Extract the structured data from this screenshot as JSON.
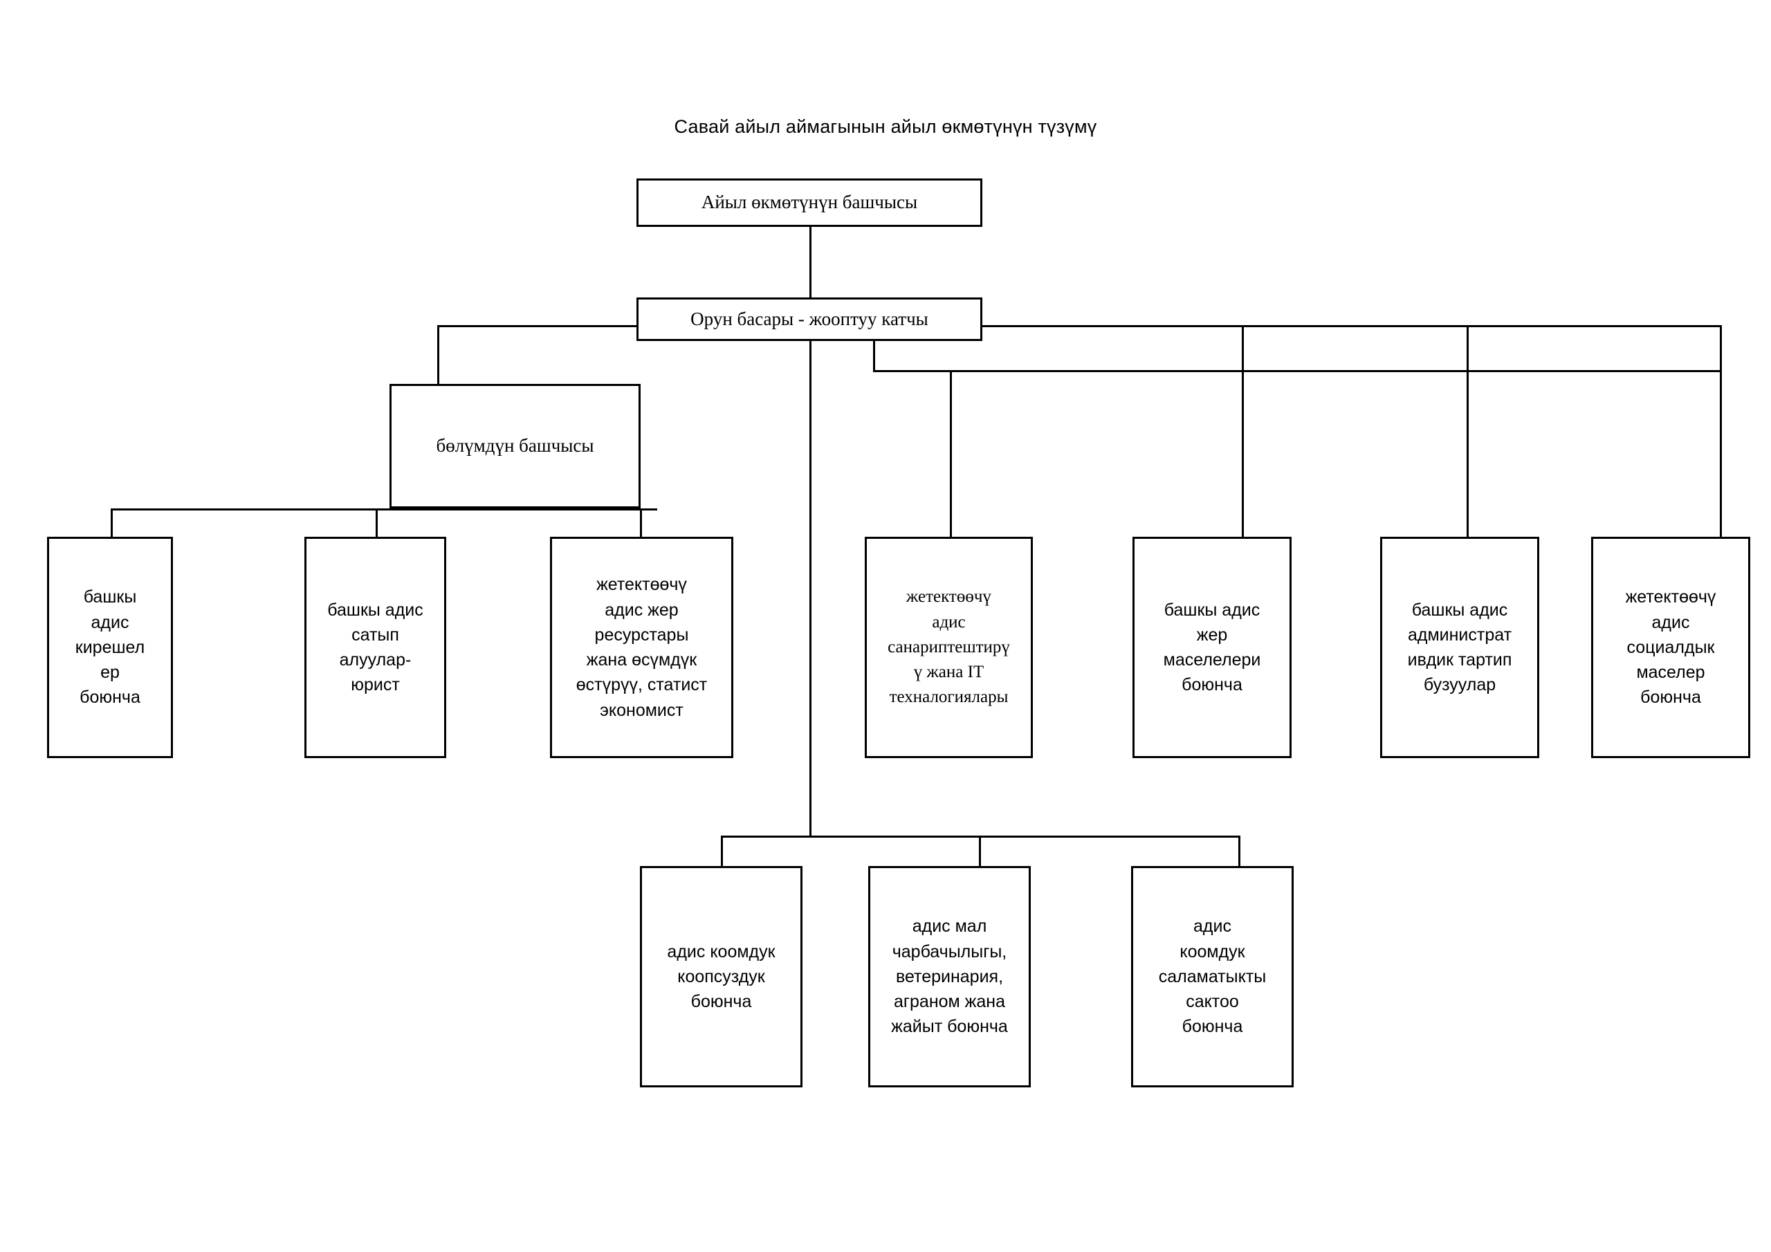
{
  "title": "Савай айыл аймагынын айыл өкмөтүнүн түзүмү",
  "chart_data": {
    "type": "diagram",
    "subtype": "organization-chart",
    "title": "Савай айыл аймагынын айыл өкмөтүнүн түзүмү",
    "orientation": "top-down",
    "levels": 4,
    "node_count": 13,
    "nodes": [
      {
        "id": "head",
        "label": "Айыл өкмөтүнүн башчысы",
        "level": 0
      },
      {
        "id": "deputy",
        "label": "Орун басары - жооптуу катчы",
        "level": 1
      },
      {
        "id": "dept-head",
        "label": "бөлүмдүн  башчысы",
        "level": 2
      },
      {
        "id": "income",
        "label": "башкы адис кирешелер боюнча",
        "level": 3
      },
      {
        "id": "procurement",
        "label": "башкы адис сатып алуулар-юрист",
        "level": 3
      },
      {
        "id": "land-econ",
        "label": "жетектөөчү адис жер ресурстары жана өсүмдүк өстүрүү, статист экономист",
        "level": 3
      },
      {
        "id": "it",
        "label": "жетектөөчү адис санариптештирүү жана IT техналогиялары",
        "level": 3
      },
      {
        "id": "land",
        "label": "башкы адис жер маселелери боюнча",
        "level": 3
      },
      {
        "id": "admin",
        "label": "башкы адис администрат ивдик тартип бузуулар",
        "level": 3
      },
      {
        "id": "social",
        "label": "жетектөөчү адис социалдык маселер боюнча",
        "level": 3
      },
      {
        "id": "security",
        "label": "адис коомдук коопсуздук боюнча",
        "level": 4
      },
      {
        "id": "livestock",
        "label": "адис мал чарбачылыгы, ветеринария, аграном жана жайыт боюнча",
        "level": 4
      },
      {
        "id": "health",
        "label": "адис коомдук саламатыкты сактоо боюнча",
        "level": 4
      }
    ],
    "edges": [
      {
        "from": "head",
        "to": "deputy"
      },
      {
        "from": "deputy",
        "to": "dept-head"
      },
      {
        "from": "deputy",
        "to": "it"
      },
      {
        "from": "deputy",
        "to": "land"
      },
      {
        "from": "deputy",
        "to": "admin"
      },
      {
        "from": "deputy",
        "to": "social"
      },
      {
        "from": "dept-head",
        "to": "income"
      },
      {
        "from": "dept-head",
        "to": "procurement"
      },
      {
        "from": "dept-head",
        "to": "land-econ"
      },
      {
        "from": "deputy",
        "to": "security"
      },
      {
        "from": "deputy",
        "to": "livestock"
      },
      {
        "from": "deputy",
        "to": "health"
      }
    ]
  },
  "nodes": {
    "head": {
      "label": "Айыл өкмөтүнүн башчысы"
    },
    "deputy": {
      "label": "Орун басары - жооптуу катчы"
    },
    "dept_head": {
      "label": "бөлүмдүн  башчысы"
    },
    "income": {
      "label": "башкы\nадис\nкирешел\nер\nбоюнча"
    },
    "procurement": {
      "label": "башкы адис\nсатып\nалуулар-\nюрист"
    },
    "land_econ": {
      "label": "жетектөөчү\nадис жер\nресурстары\nжана өсүмдүк\nөстүрүү, статист\nэкономист"
    },
    "it": {
      "label": "жетектөөчү\nадис\nсанариптештирү\nү жана IT\nтехналогиялары"
    },
    "land": {
      "label": "башкы адис\nжер\nмаселелери\nбоюнча"
    },
    "admin": {
      "label": "башкы адис\nадминистрат\nивдик тартип\nбузуулар"
    },
    "social": {
      "label": "жетектөөчү\nадис\nсоциалдык\nмаселер\nбоюнча"
    },
    "security": {
      "label": "адис коомдук\nкоопсуздук\nбоюнча"
    },
    "livestock": {
      "label": "адис мал\nчарбачылыгы,\nветеринария,\nаграном жана\nжайыт боюнча"
    },
    "health": {
      "label": "адис\nкоомдук\nсаламатыкты\nсактоо\nбоюнча"
    }
  },
  "colors": {
    "background": "#ffffff",
    "border": "#000000",
    "text": "#000000",
    "connector": "#000000"
  }
}
